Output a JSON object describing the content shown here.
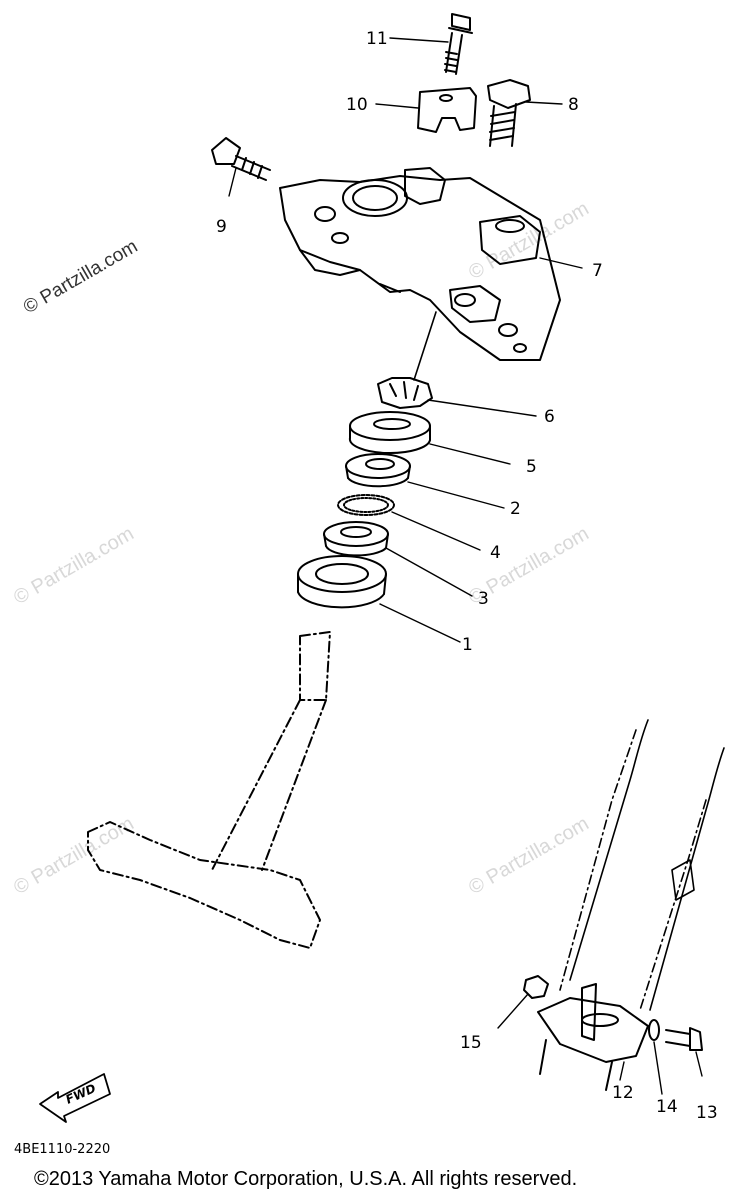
{
  "watermark_text": "© Partzilla.com",
  "callouts": [
    "1",
    "2",
    "3",
    "4",
    "5",
    "6",
    "7",
    "8",
    "9",
    "10",
    "11",
    "12",
    "13",
    "14",
    "15"
  ],
  "fwd_label": "FWD",
  "part_code": "4BE1110-2220",
  "copyright": "©2013 Yamaha Motor Corporation, U.S.A. All rights reserved."
}
